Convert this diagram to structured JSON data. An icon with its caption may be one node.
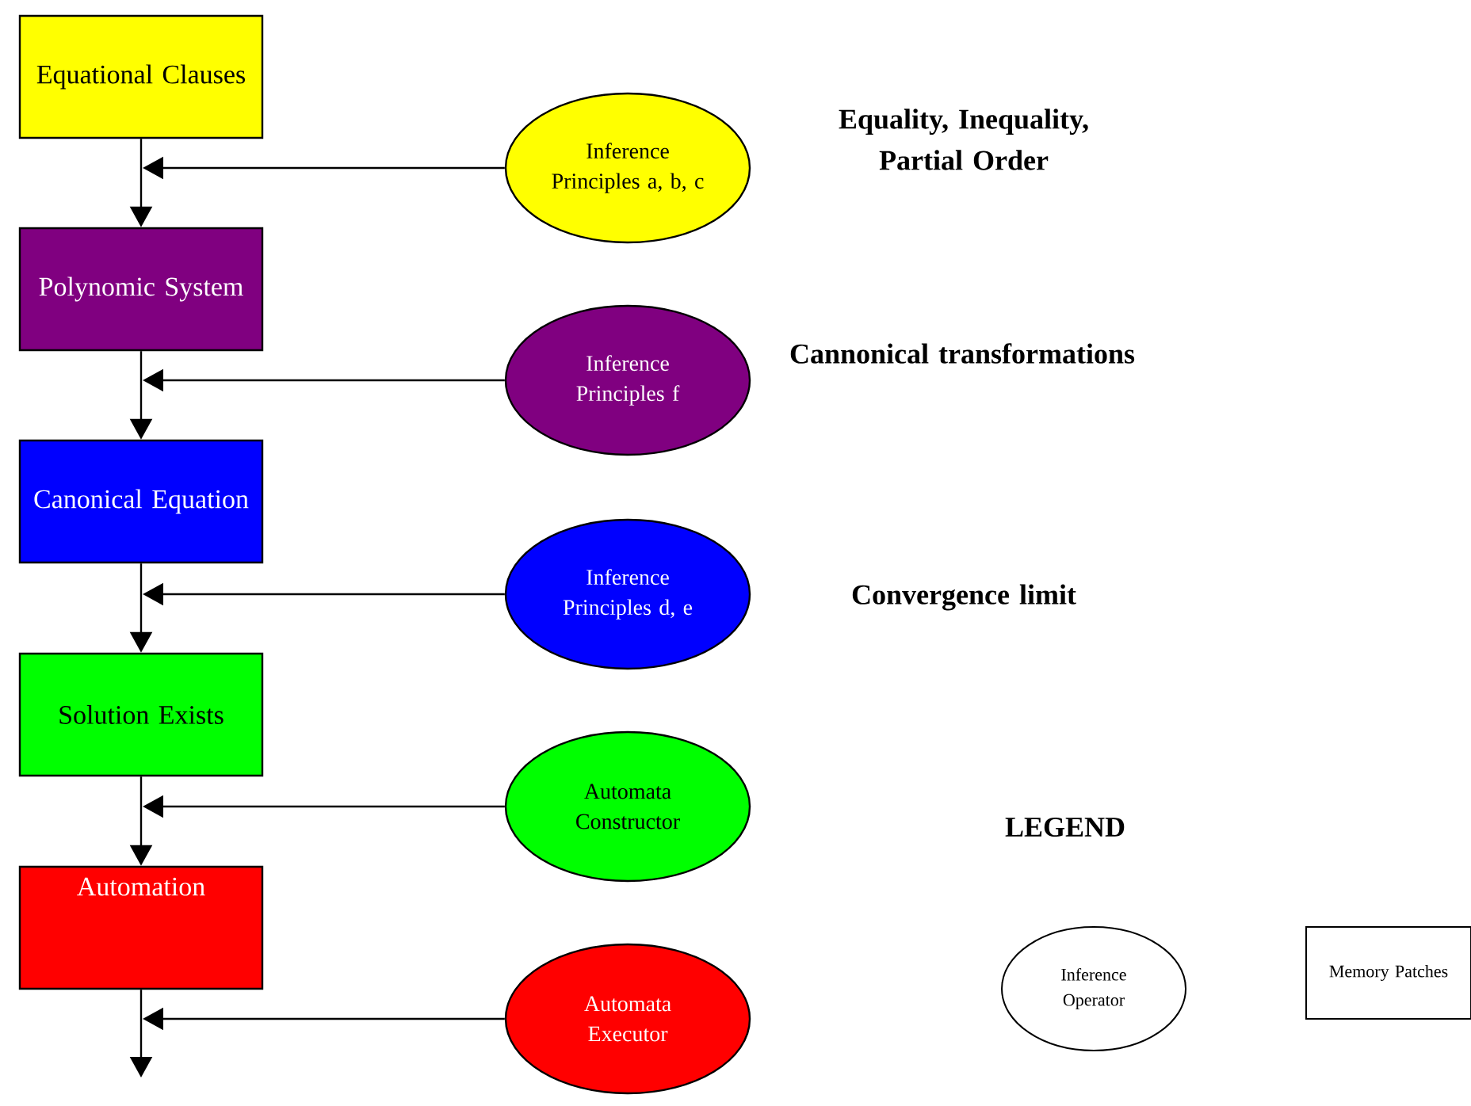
{
  "diagram": {
    "nodes": [
      {
        "text": [
          "Equational Clauses"
        ]
      },
      {
        "text": [
          "Polynomic System"
        ]
      },
      {
        "text": [
          "Canonical Equation"
        ]
      },
      {
        "text": [
          "Solution Exists"
        ]
      },
      {
        "text": [
          "Automation"
        ]
      },
      {
        "text": [
          "Inference Principles a, b, c"
        ]
      },
      {
        "text": [
          "Inference Principles f"
        ]
      },
      {
        "text": [
          "Inference Principles d, e"
        ]
      },
      {
        "text": [
          "Automata Constructor"
        ]
      },
      {
        "text": [
          "Automata Executor"
        ]
      }
    ],
    "edges": [
      {
        "from": 0,
        "to": 1,
        "arrow": "to"
      },
      {
        "from": 1,
        "to": 2,
        "arrow": "to"
      },
      {
        "from": 2,
        "to": 3,
        "arrow": "to"
      },
      {
        "from": 3,
        "to": 4,
        "arrow": "to"
      },
      {
        "from": 4,
        "to": null,
        "arrow": "to"
      },
      {
        "from": 5,
        "to": null,
        "arrow": "to"
      },
      {
        "from": 6,
        "to": null,
        "arrow": "to"
      },
      {
        "from": 7,
        "to": null,
        "arrow": "to"
      },
      {
        "from": 8,
        "to": null,
        "arrow": "to"
      },
      {
        "from": 9,
        "to": null,
        "arrow": "to"
      }
    ],
    "labels": [
      "Equality, Inequality, Partial Order",
      "Cannonical transformations",
      "Convergence limit",
      "LEGEND"
    ],
    "legend": [
      {
        "text": "Inference Operator"
      },
      {
        "text": "Memory Patches"
      }
    ]
  }
}
